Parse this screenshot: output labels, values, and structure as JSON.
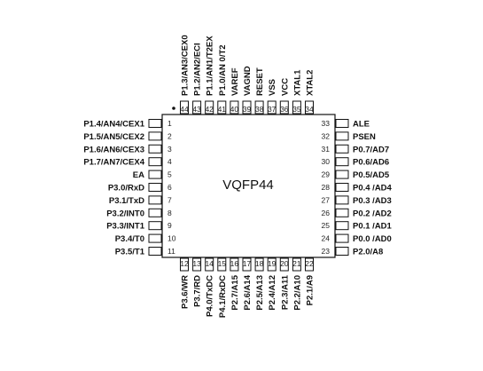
{
  "package": {
    "label": "VQFP44"
  },
  "pins": {
    "left": [
      {
        "num": "1",
        "name": "P1.4/AN4/CEX1"
      },
      {
        "num": "2",
        "name": "P1.5/AN5/CEX2"
      },
      {
        "num": "3",
        "name": "P1.6/AN6/CEX3"
      },
      {
        "num": "4",
        "name": "P1.7/AN7/CEX4"
      },
      {
        "num": "5",
        "name": "EA"
      },
      {
        "num": "6",
        "name": "P3.0/RxD"
      },
      {
        "num": "7",
        "name": "P3.1/TxD"
      },
      {
        "num": "8",
        "name": "P3.2/INT0"
      },
      {
        "num": "9",
        "name": "P3.3/INT1"
      },
      {
        "num": "10",
        "name": "P3.4/T0"
      },
      {
        "num": "11",
        "name": "P3.5/T1"
      }
    ],
    "bottom": [
      {
        "num": "12",
        "name": "P3.6/WR"
      },
      {
        "num": "13",
        "name": "P3.7/RD"
      },
      {
        "num": "14",
        "name": "P4.0/TxDC"
      },
      {
        "num": "15",
        "name": "P4.1/RxDC"
      },
      {
        "num": "16",
        "name": "P2.7/A15"
      },
      {
        "num": "17",
        "name": "P2.6/A14"
      },
      {
        "num": "18",
        "name": "P2.5/A13"
      },
      {
        "num": "19",
        "name": "P2.4/A12"
      },
      {
        "num": "20",
        "name": "P2.3/A11"
      },
      {
        "num": "21",
        "name": "P2.2/A10"
      },
      {
        "num": "22",
        "name": "P2.1/A9"
      }
    ],
    "right": [
      {
        "num": "33",
        "name": "ALE"
      },
      {
        "num": "32",
        "name": "PSEN"
      },
      {
        "num": "31",
        "name": "P0.7/AD7"
      },
      {
        "num": "30",
        "name": "P0.6/AD6"
      },
      {
        "num": "29",
        "name": "P0.5/AD5"
      },
      {
        "num": "28",
        "name": "P0.4 /AD4"
      },
      {
        "num": "27",
        "name": "P0.3 /AD3"
      },
      {
        "num": "26",
        "name": "P0.2 /AD2"
      },
      {
        "num": "25",
        "name": "P0.1 /AD1"
      },
      {
        "num": "24",
        "name": "P0.0 /AD0"
      },
      {
        "num": "23",
        "name": "P2.0/A8"
      }
    ],
    "top": [
      {
        "num": "44",
        "name": "P1.3/AN3/CEX0"
      },
      {
        "num": "43",
        "name": "P1.2/AN2/ECI"
      },
      {
        "num": "42",
        "name": "P1.1/AN1/T2EX"
      },
      {
        "num": "41",
        "name": "P1.0/AN 0/T2"
      },
      {
        "num": "40",
        "name": "VAREF"
      },
      {
        "num": "39",
        "name": "VAGND"
      },
      {
        "num": "38",
        "name": "RESET"
      },
      {
        "num": "37",
        "name": "VSS"
      },
      {
        "num": "36",
        "name": "VCC"
      },
      {
        "num": "35",
        "name": "XTAL1"
      },
      {
        "num": "34",
        "name": "XTAL2"
      }
    ]
  }
}
